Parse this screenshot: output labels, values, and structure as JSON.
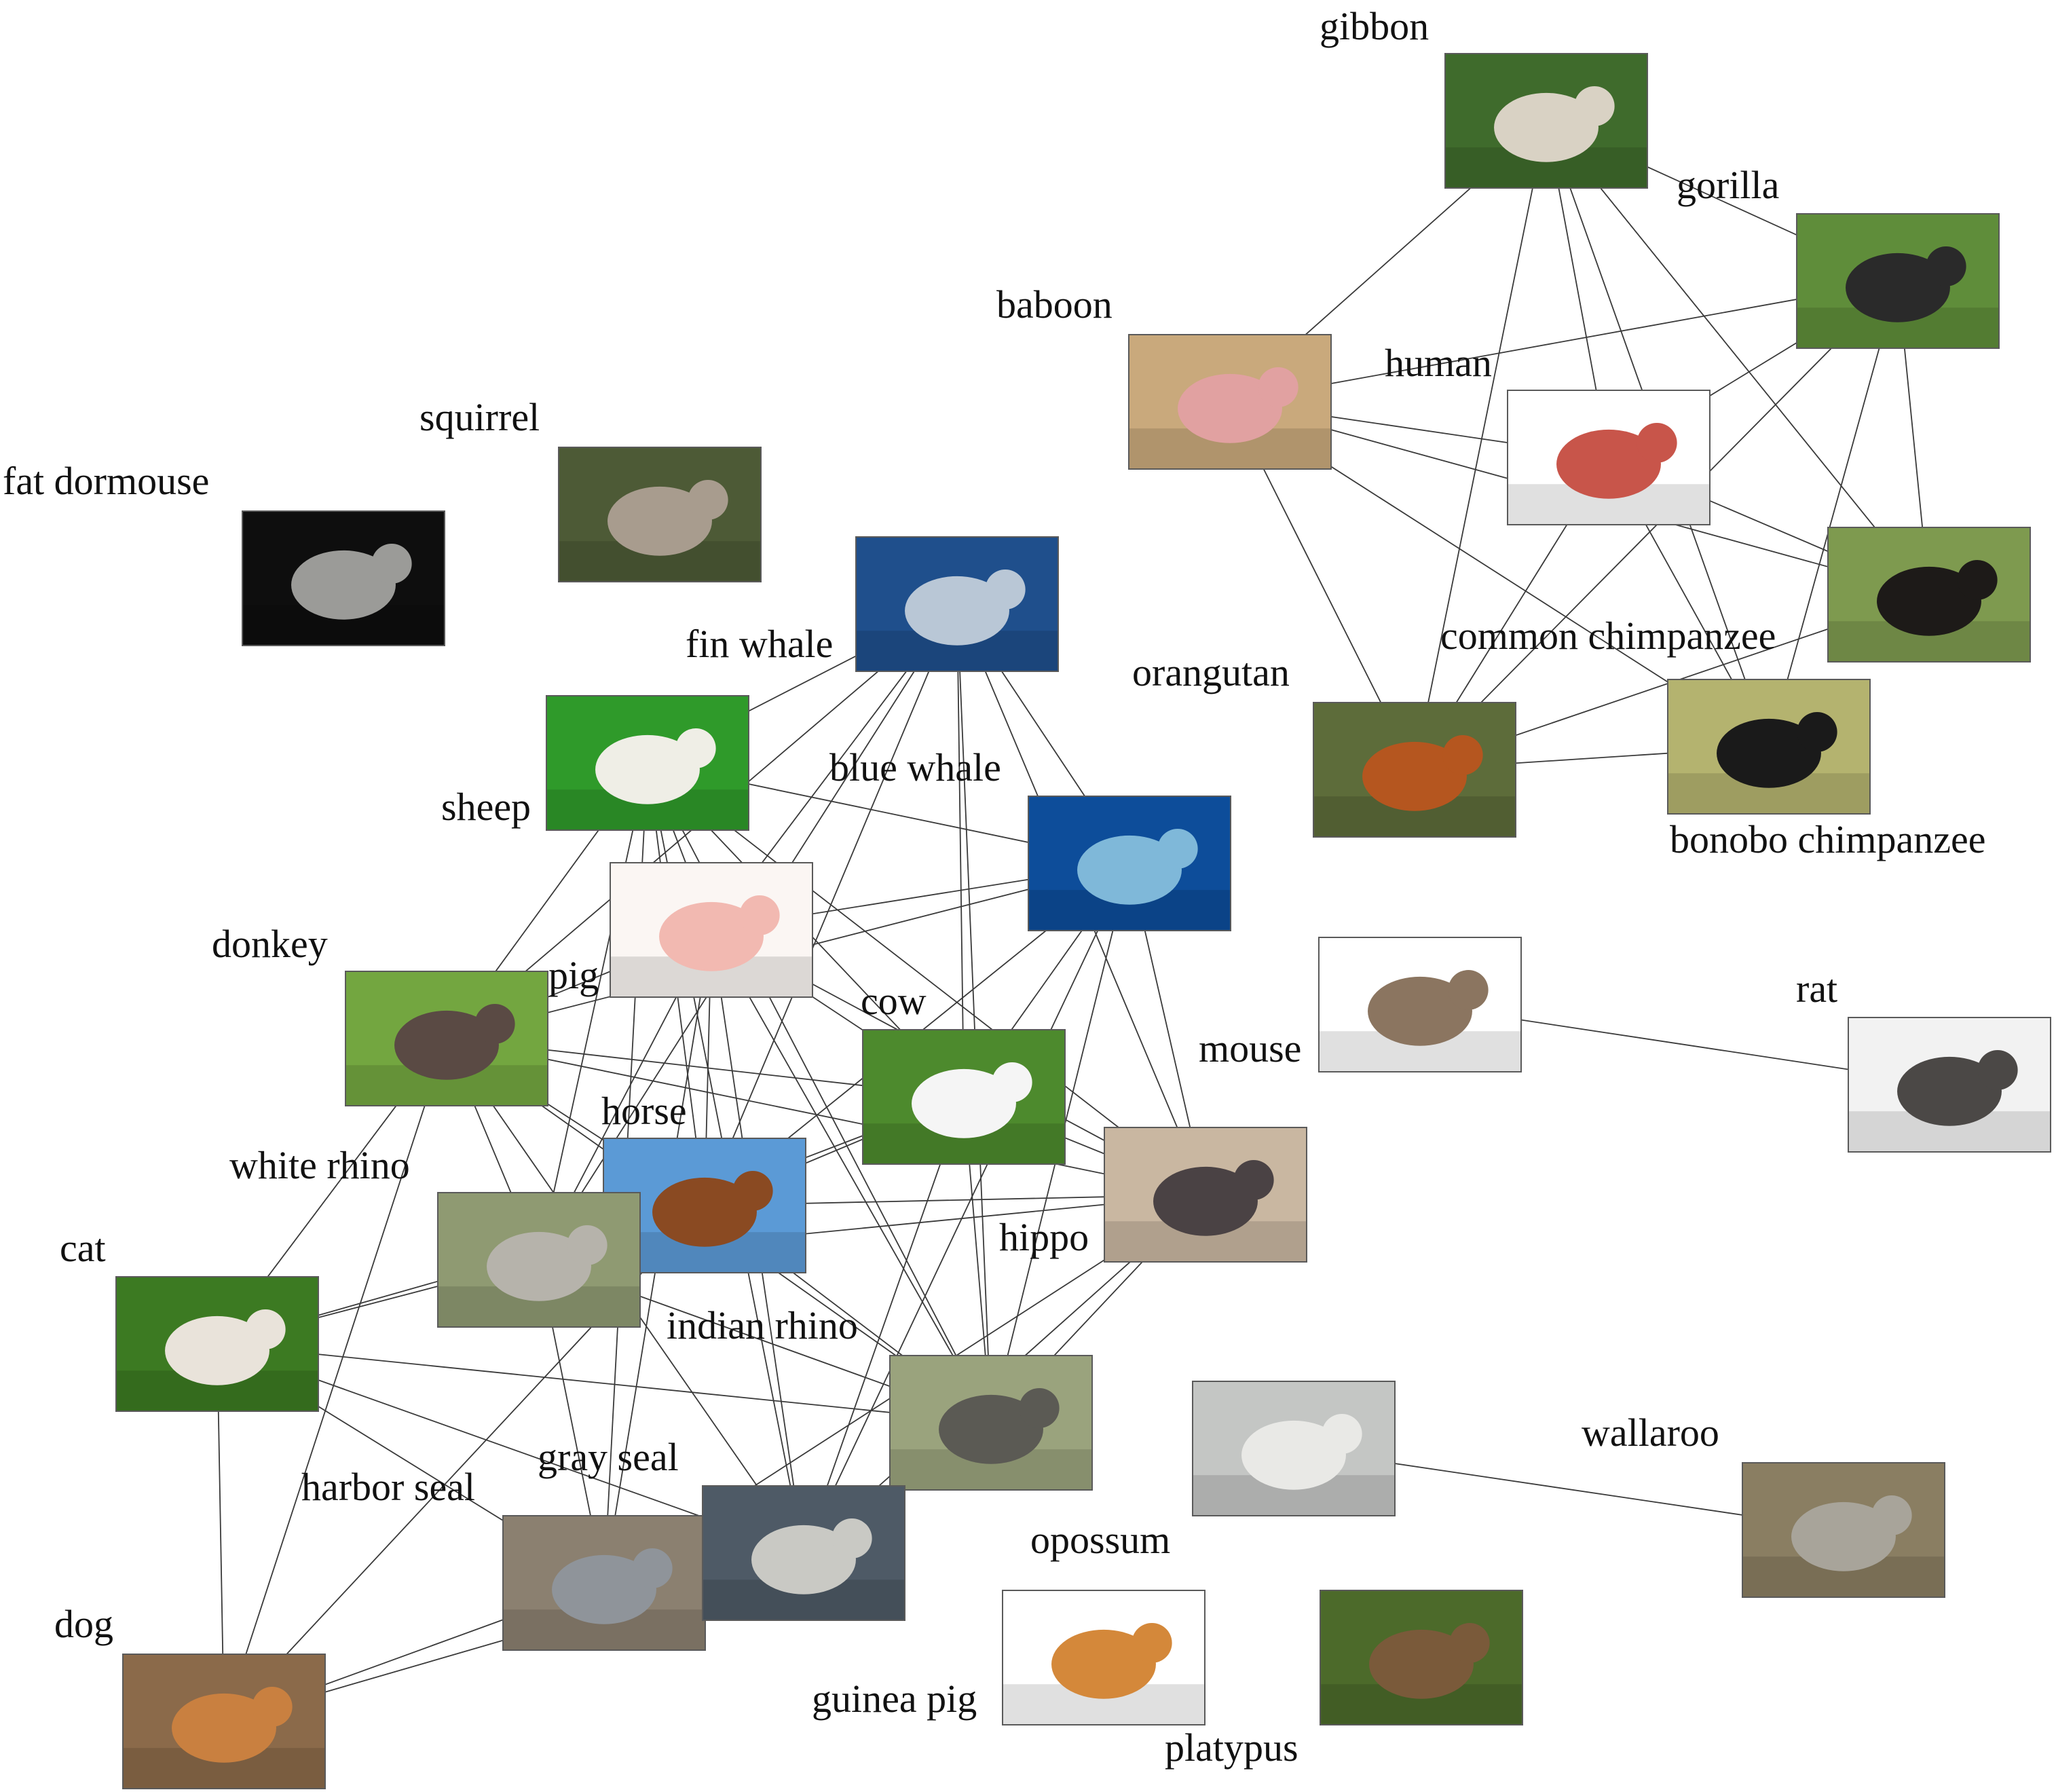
{
  "nodes": [
    {
      "id": "gibbon",
      "label": "gibbon",
      "icon": "gibbon-photo",
      "bg": "#3f6b2c",
      "fg": "#d9d2c4"
    },
    {
      "id": "gorilla",
      "label": "gorilla",
      "icon": "gorilla-photo",
      "bg": "#5f8d3a",
      "fg": "#2a2a2a"
    },
    {
      "id": "baboon",
      "label": "baboon",
      "icon": "baboon-photo",
      "bg": "#c9a97c",
      "fg": "#e1a1a1"
    },
    {
      "id": "human",
      "label": "human",
      "icon": "human-anatomy-diagram",
      "bg": "#ffffff",
      "fg": "#c8554a"
    },
    {
      "id": "squirrel",
      "label": "squirrel",
      "icon": "squirrel-photo",
      "bg": "#4d5a36",
      "fg": "#a89c8e"
    },
    {
      "id": "fat_dormouse",
      "label": "fat dormouse",
      "icon": "fat-dormouse-photo",
      "bg": "#0e0e0e",
      "fg": "#9b9b98"
    },
    {
      "id": "fin_whale",
      "label": "fin whale",
      "icon": "fin-whale-photo",
      "bg": "#1f4f8c",
      "fg": "#b9c7d6"
    },
    {
      "id": "common_chimpanzee",
      "label": "common chimpanzee",
      "icon": "common-chimpanzee-photo",
      "bg": "#7e9a4f",
      "fg": "#1d1a18"
    },
    {
      "id": "orangutan",
      "label": "orangutan",
      "icon": "orangutan-photo",
      "bg": "#5d6c3a",
      "fg": "#b5561f"
    },
    {
      "id": "bonobo_chimpanzee",
      "label": "bonobo chimpanzee",
      "icon": "bonobo-chimpanzee-photo",
      "bg": "#b4b36f",
      "fg": "#1a1a1a"
    },
    {
      "id": "sheep",
      "label": "sheep",
      "icon": "sheep-photo",
      "bg": "#2f9a2a",
      "fg": "#efeee6"
    },
    {
      "id": "blue_whale",
      "label": "blue whale",
      "icon": "blue-whale-photo",
      "bg": "#0d4d9a",
      "fg": "#7fb8d9"
    },
    {
      "id": "pig",
      "label": "pig",
      "icon": "pig-photo",
      "bg": "#fbf6f3",
      "fg": "#f2b9b1"
    },
    {
      "id": "donkey",
      "label": "donkey",
      "icon": "donkey-photo",
      "bg": "#73a640",
      "fg": "#5a4a44"
    },
    {
      "id": "mouse",
      "label": "mouse",
      "icon": "mouse-photo",
      "bg": "#ffffff",
      "fg": "#8b7560"
    },
    {
      "id": "rat",
      "label": "rat",
      "icon": "rat-photo",
      "bg": "#f2f2f2",
      "fg": "#4b4846"
    },
    {
      "id": "cow",
      "label": "cow",
      "icon": "cow-photo",
      "bg": "#4d8a2d",
      "fg": "#f5f5f5"
    },
    {
      "id": "horse",
      "label": "horse",
      "icon": "horse-photo",
      "bg": "#5b9ad6",
      "fg": "#8a4a22"
    },
    {
      "id": "white_rhino",
      "label": "white rhino",
      "icon": "white-rhino-photo",
      "bg": "#8f9a72",
      "fg": "#b6b3ab"
    },
    {
      "id": "hippo",
      "label": "hippo",
      "icon": "hippo-photo",
      "bg": "#c9b7a1",
      "fg": "#4a4244"
    },
    {
      "id": "cat",
      "label": "cat",
      "icon": "cat-photo",
      "bg": "#3c7a22",
      "fg": "#e9e3da"
    },
    {
      "id": "indian_rhino",
      "label": "indian rhino",
      "icon": "indian-rhino-photo",
      "bg": "#9aa37d",
      "fg": "#5b5a54"
    },
    {
      "id": "opossum",
      "label": "opossum",
      "icon": "opossum-photo",
      "bg": "#c4c6c4",
      "fg": "#e9e9e6"
    },
    {
      "id": "wallaroo",
      "label": "wallaroo",
      "icon": "wallaroo-photo",
      "bg": "#8a7e62",
      "fg": "#a8a49a"
    },
    {
      "id": "harbor_seal",
      "label": "harbor seal",
      "icon": "harbor-seal-photo",
      "bg": "#8b8070",
      "fg": "#8f949a"
    },
    {
      "id": "gray_seal",
      "label": "gray seal",
      "icon": "gray-seal-photo",
      "bg": "#4e5a66",
      "fg": "#c9c9c4"
    },
    {
      "id": "dog",
      "label": "dog",
      "icon": "dog-photo",
      "bg": "#8b6a4a",
      "fg": "#c98040"
    },
    {
      "id": "guinea_pig",
      "label": "guinea pig",
      "icon": "guinea-pig-photo",
      "bg": "#ffffff",
      "fg": "#d4883a"
    },
    {
      "id": "platypus",
      "label": "platypus",
      "icon": "platypus-photo",
      "bg": "#4c6a2a",
      "fg": "#7a5a3a"
    }
  ],
  "edges": [
    [
      "gibbon",
      "baboon"
    ],
    [
      "gibbon",
      "human"
    ],
    [
      "gibbon",
      "orangutan"
    ],
    [
      "gibbon",
      "bonobo_chimpanzee"
    ],
    [
      "gibbon",
      "common_chimpanzee"
    ],
    [
      "gibbon",
      "gorilla"
    ],
    [
      "gorilla",
      "baboon"
    ],
    [
      "gorilla",
      "human"
    ],
    [
      "gorilla",
      "orangutan"
    ],
    [
      "gorilla",
      "bonobo_chimpanzee"
    ],
    [
      "gorilla",
      "common_chimpanzee"
    ],
    [
      "baboon",
      "human"
    ],
    [
      "baboon",
      "orangutan"
    ],
    [
      "baboon",
      "common_chimpanzee"
    ],
    [
      "baboon",
      "bonobo_chimpanzee"
    ],
    [
      "human",
      "orangutan"
    ],
    [
      "human",
      "common_chimpanzee"
    ],
    [
      "human",
      "bonobo_chimpanzee"
    ],
    [
      "orangutan",
      "bonobo_chimpanzee"
    ],
    [
      "orangutan",
      "common_chimpanzee"
    ],
    [
      "mouse",
      "rat"
    ],
    [
      "opossum",
      "wallaroo"
    ],
    [
      "fin_whale",
      "sheep"
    ],
    [
      "fin_whale",
      "blue_whale"
    ],
    [
      "fin_whale",
      "pig"
    ],
    [
      "fin_whale",
      "cow"
    ],
    [
      "fin_whale",
      "hippo"
    ],
    [
      "fin_whale",
      "indian_rhino"
    ],
    [
      "fin_whale",
      "horse"
    ],
    [
      "fin_whale",
      "white_rhino"
    ],
    [
      "fin_whale",
      "donkey"
    ],
    [
      "blue_whale",
      "sheep"
    ],
    [
      "blue_whale",
      "pig"
    ],
    [
      "blue_whale",
      "cow"
    ],
    [
      "blue_whale",
      "hippo"
    ],
    [
      "blue_whale",
      "indian_rhino"
    ],
    [
      "blue_whale",
      "gray_seal"
    ],
    [
      "blue_whale",
      "horse"
    ],
    [
      "blue_whale",
      "donkey"
    ],
    [
      "sheep",
      "pig"
    ],
    [
      "sheep",
      "cow"
    ],
    [
      "sheep",
      "donkey"
    ],
    [
      "sheep",
      "horse"
    ],
    [
      "sheep",
      "white_rhino"
    ],
    [
      "sheep",
      "gray_seal"
    ],
    [
      "sheep",
      "harbor_seal"
    ],
    [
      "sheep",
      "indian_rhino"
    ],
    [
      "sheep",
      "hippo"
    ],
    [
      "pig",
      "cow"
    ],
    [
      "pig",
      "hippo"
    ],
    [
      "pig",
      "horse"
    ],
    [
      "pig",
      "white_rhino"
    ],
    [
      "pig",
      "gray_seal"
    ],
    [
      "pig",
      "harbor_seal"
    ],
    [
      "pig",
      "indian_rhino"
    ],
    [
      "pig",
      "donkey"
    ],
    [
      "donkey",
      "cow"
    ],
    [
      "donkey",
      "horse"
    ],
    [
      "donkey",
      "white_rhino"
    ],
    [
      "donkey",
      "cat"
    ],
    [
      "donkey",
      "dog"
    ],
    [
      "donkey",
      "indian_rhino"
    ],
    [
      "donkey",
      "hippo"
    ],
    [
      "donkey",
      "gray_seal"
    ],
    [
      "cow",
      "horse"
    ],
    [
      "cow",
      "hippo"
    ],
    [
      "cow",
      "indian_rhino"
    ],
    [
      "cow",
      "white_rhino"
    ],
    [
      "cow",
      "gray_seal"
    ],
    [
      "horse",
      "white_rhino"
    ],
    [
      "horse",
      "hippo"
    ],
    [
      "horse",
      "indian_rhino"
    ],
    [
      "horse",
      "cat"
    ],
    [
      "horse",
      "dog"
    ],
    [
      "white_rhino",
      "hippo"
    ],
    [
      "white_rhino",
      "indian_rhino"
    ],
    [
      "white_rhino",
      "cat"
    ],
    [
      "white_rhino",
      "harbor_seal"
    ],
    [
      "hippo",
      "indian_rhino"
    ],
    [
      "hippo",
      "gray_seal"
    ],
    [
      "hippo",
      "harbor_seal"
    ],
    [
      "indian_rhino",
      "cat"
    ],
    [
      "indian_rhino",
      "gray_seal"
    ],
    [
      "cat",
      "dog"
    ],
    [
      "cat",
      "gray_seal"
    ],
    [
      "cat",
      "harbor_seal"
    ],
    [
      "harbor_seal",
      "gray_seal"
    ],
    [
      "harbor_seal",
      "dog"
    ],
    [
      "gray_seal",
      "dog"
    ]
  ]
}
